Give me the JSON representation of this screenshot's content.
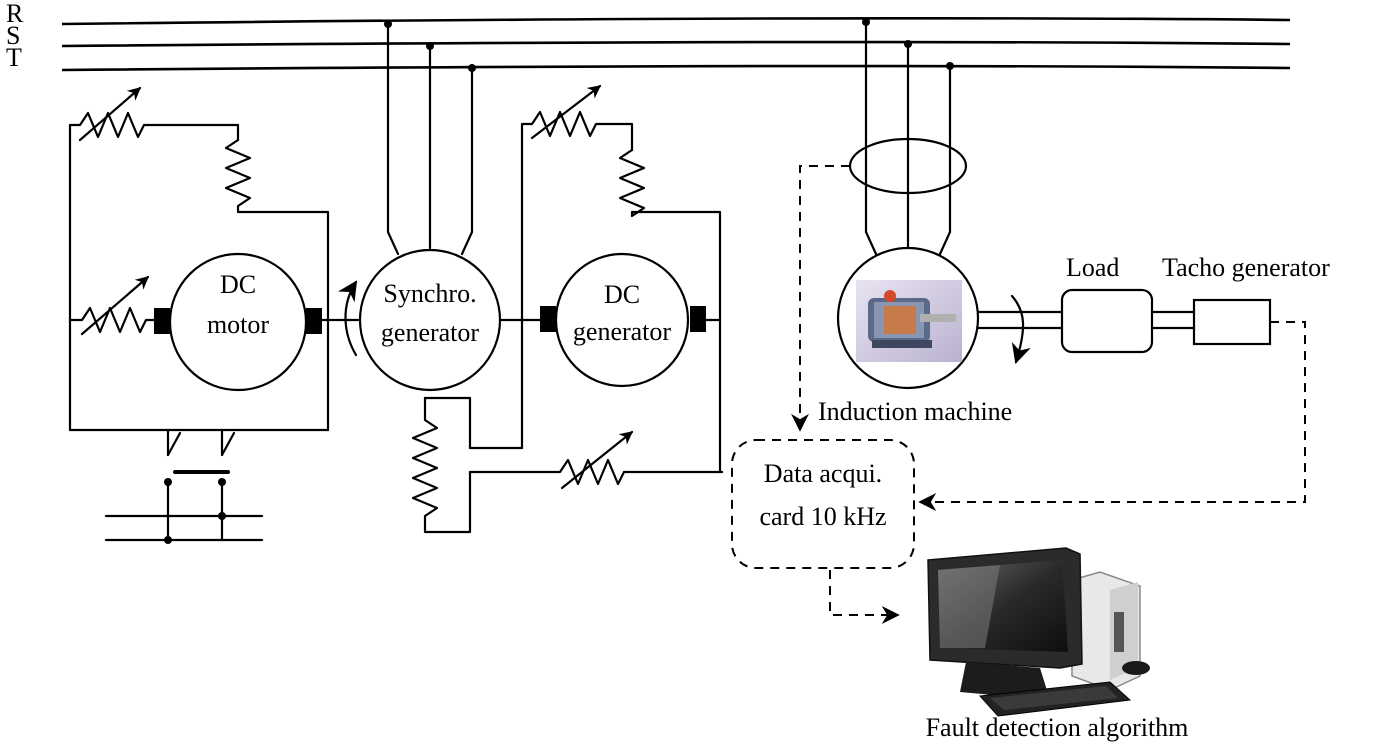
{
  "bus_labels": [
    "R",
    "S",
    "T"
  ],
  "dc_motor": {
    "line1": "DC",
    "line2": "motor"
  },
  "synchro_generator": {
    "line1": "Synchro.",
    "line2": "generator"
  },
  "dc_generator": {
    "line1": "DC",
    "line2": "generator"
  },
  "induction_machine": {
    "label": "Induction machine"
  },
  "load": {
    "label": "Load"
  },
  "tacho_generator": {
    "label": "Tacho generator"
  },
  "data_acquisition": {
    "line1": "Data acqui.",
    "line2": "card 10 kHz"
  },
  "computer": {
    "label": "Fault detection algorithm"
  }
}
